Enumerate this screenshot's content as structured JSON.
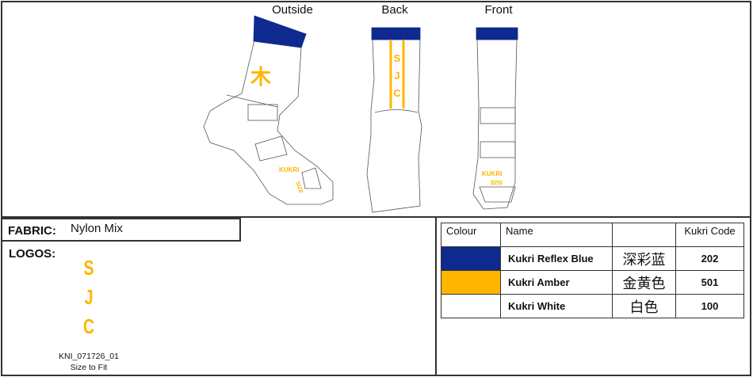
{
  "views": {
    "outside": "Outside",
    "back": "Back",
    "front": "Front"
  },
  "sock_logos": {
    "back_text": [
      "S",
      "J",
      "C"
    ],
    "brand": "KUKRI",
    "size": "SIZE"
  },
  "fabric": {
    "label": "FABRIC:",
    "value": "Nylon Mix"
  },
  "logos": {
    "label": "LOGOS:",
    "letters": [
      "S",
      "J",
      "C"
    ],
    "code": "KNI_071726_01",
    "note": "Size to Fit"
  },
  "colour_table": {
    "headers": [
      "Colour",
      "Name",
      "",
      "Kukri Code"
    ],
    "rows": [
      {
        "swatch": "#0f2a8f",
        "name": "Kukri Reflex Blue",
        "chinese": "深彩蓝",
        "code": "202"
      },
      {
        "swatch": "#ffb400",
        "name": "Kukri Amber",
        "chinese": "金黄色",
        "code": "501"
      },
      {
        "swatch": "#ffffff",
        "name": "Kukri White",
        "chinese": "白色",
        "code": "100"
      }
    ]
  },
  "colors": {
    "blue": "#0f2a8f",
    "amber": "#ffb400"
  }
}
